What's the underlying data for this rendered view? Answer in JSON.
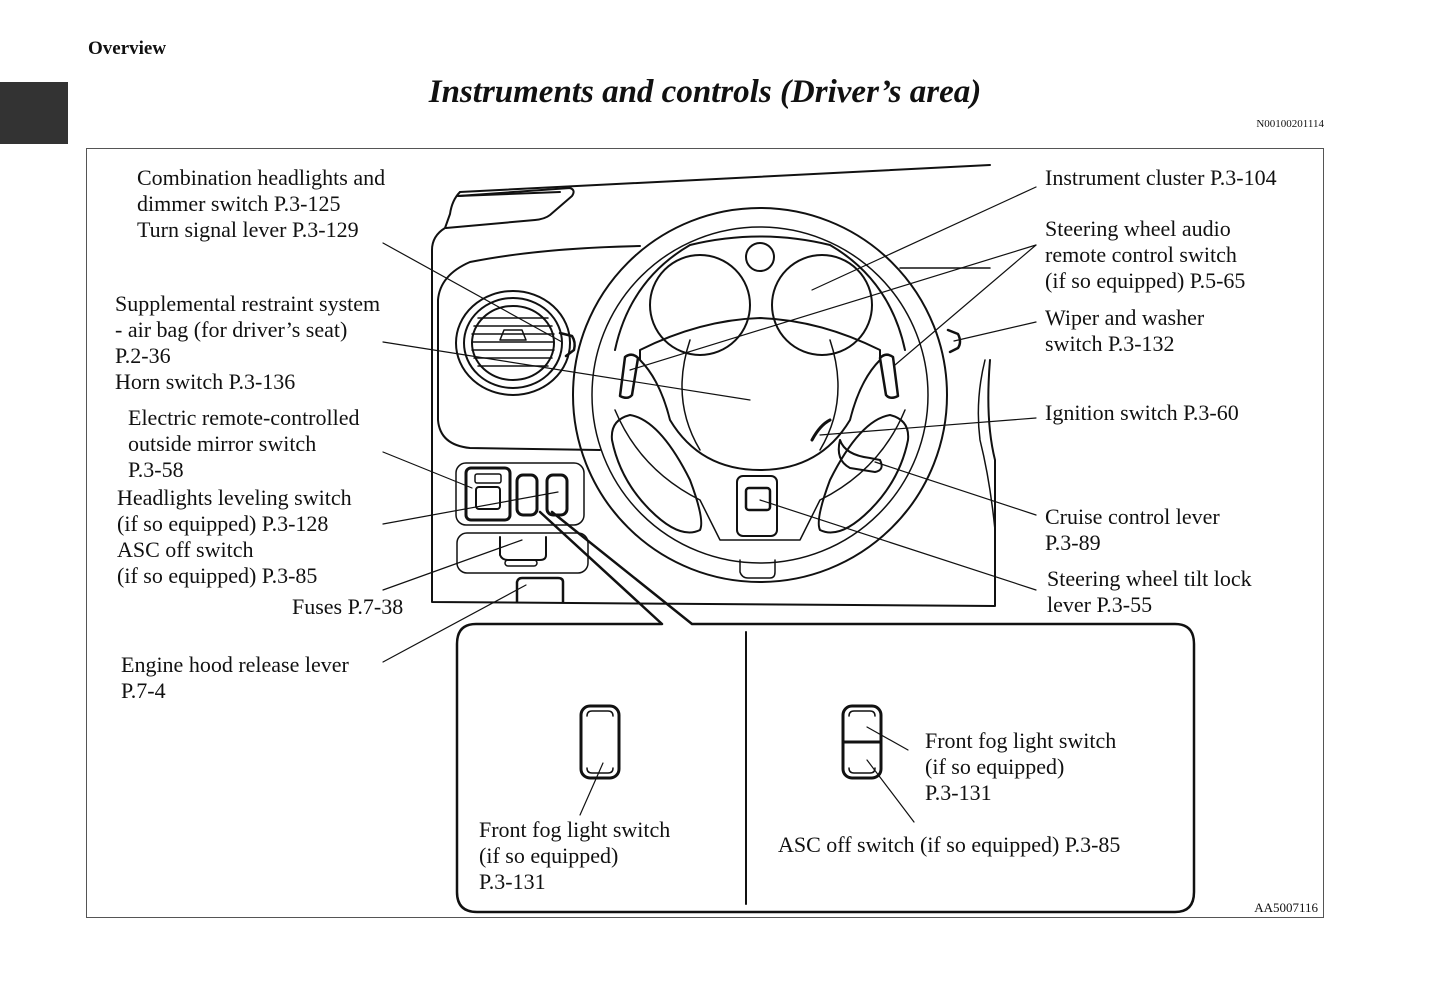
{
  "header": {
    "section": "Overview",
    "title": "Instruments and controls (Driver’s area)",
    "doc_code": "N00100201114"
  },
  "figure": {
    "code": "AA5007116",
    "left_labels": {
      "combination": [
        "Combination headlights and",
        "dimmer switch P.3-125",
        "Turn signal lever P.3-129"
      ],
      "srs": [
        "Supplemental restraint system",
        "- air bag (for driver’s seat)",
        "P.2-36",
        "Horn switch P.3-136"
      ],
      "mirror": [
        "Electric remote-controlled",
        "outside mirror switch",
        "P.3-58"
      ],
      "leveling": [
        "Headlights leveling switch",
        "(if so equipped) P.3-128",
        "ASC off switch",
        "(if so equipped) P.3-85"
      ],
      "fuses": [
        "Fuses P.7-38"
      ],
      "hood": [
        "Engine hood release lever",
        "P.7-4"
      ]
    },
    "right_labels": {
      "cluster": [
        "Instrument cluster P.3-104"
      ],
      "audio": [
        "Steering wheel audio",
        "remote control switch",
        "(if so equipped) P.5-65"
      ],
      "wiper": [
        "Wiper and washer",
        "switch P.3-132"
      ],
      "ignition": [
        "Ignition switch P.3-60"
      ],
      "cruise": [
        "Cruise control lever",
        "P.3-89"
      ],
      "tilt": [
        "Steering wheel tilt lock",
        "lever P.3-55"
      ]
    },
    "inset": {
      "left_label": [
        "Front fog light switch",
        "(if so equipped)",
        "P.3-131"
      ],
      "right_top_label": [
        "Front fog light switch",
        "(if so equipped)",
        "P.3-131"
      ],
      "right_bottom_label": [
        "ASC off switch (if so equipped) P.3-85"
      ]
    }
  }
}
